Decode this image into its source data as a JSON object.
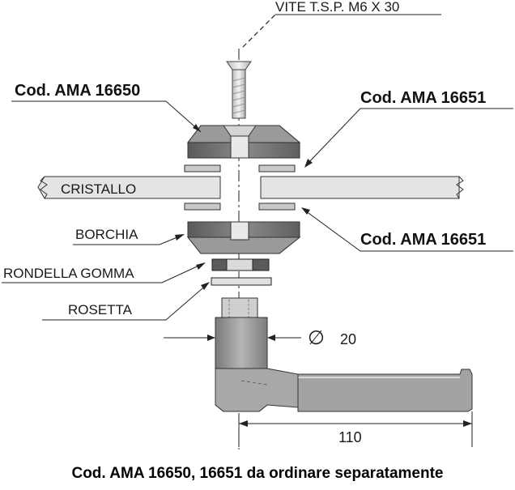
{
  "labels": {
    "screw": "VITE T.S.P. M6 X 30",
    "code_top_left": "Cod. AMA 16650",
    "code_top_right": "Cod. AMA 16651",
    "glass": "CRISTALLO",
    "code_mid_right": "Cod. AMA 16651",
    "boss": "BORCHIA",
    "rubber_washer": "RONDELLA GOMMA",
    "rosette": "ROSETTA",
    "diameter_symbol": "∅",
    "diameter_value": "20",
    "length_value": "110"
  },
  "footer": "Cod. AMA 16650, 16651 da ordinare separatamente",
  "colors": {
    "part_dark": "#6f6f6f",
    "part_mid": "#8e8e8e",
    "part_light": "#c9c9c9",
    "glass": "#e4e4e4",
    "line": "#222222"
  }
}
